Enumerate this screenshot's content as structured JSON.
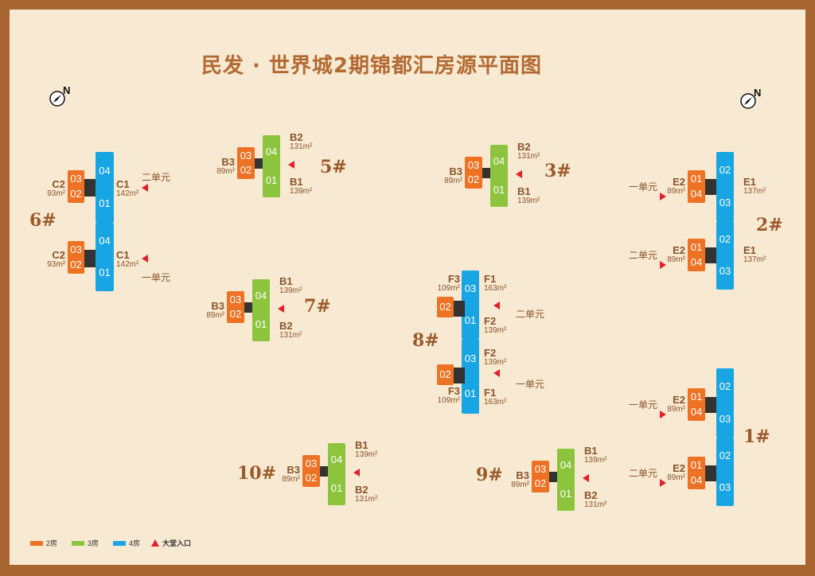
{
  "title": "民发 · 世界城2期锦都汇房源平面图",
  "compass_label": "N",
  "colors": {
    "room2": "#ee7224",
    "room3": "#8cc43e",
    "room4": "#18a5e3",
    "entrance": "#e2202a",
    "frame": "#a8652f",
    "background": "#f8e9d2"
  },
  "legend": [
    {
      "label": "2房",
      "color": "#ee7224"
    },
    {
      "label": "3房",
      "color": "#8cc43e"
    },
    {
      "label": "4房",
      "color": "#18a5e3"
    },
    {
      "label": "大堂入口",
      "icon": "red-triangle"
    }
  ],
  "buildings": [
    {
      "name": "6#",
      "cores": [
        {
          "small": [
            "03",
            "02"
          ],
          "big": [
            "04",
            "01"
          ],
          "small_label": [
            "C2",
            "93m²"
          ],
          "big_label": [
            "C1",
            "142m²"
          ],
          "entrance": "二单元"
        },
        {
          "small": [
            "03",
            "02"
          ],
          "big": [
            "04",
            "01"
          ],
          "small_label": [
            "C2",
            "93m²"
          ],
          "big_label": [
            "C1",
            "142m²"
          ],
          "entrance": "一单元"
        }
      ]
    },
    {
      "name": "5#",
      "cores": [
        {
          "small": [
            "03",
            "02"
          ],
          "big": [
            "04",
            "01"
          ],
          "small_label": [
            "B3",
            "89m²"
          ],
          "big_top": [
            "B2",
            "131m²"
          ],
          "big_bottom": [
            "B1",
            "139m²"
          ]
        }
      ]
    },
    {
      "name": "3#",
      "cores": [
        {
          "small": [
            "03",
            "02"
          ],
          "big": [
            "04",
            "01"
          ],
          "small_label": [
            "B3",
            "89m²"
          ],
          "big_top": [
            "B2",
            "131m²"
          ],
          "big_bottom": [
            "B1",
            "139m²"
          ]
        }
      ]
    },
    {
      "name": "7#",
      "cores": [
        {
          "small": [
            "03",
            "02"
          ],
          "big": [
            "04",
            "01"
          ],
          "small_label": [
            "B3",
            "89m²"
          ],
          "big_top": [
            "B1",
            "139m²"
          ],
          "big_bottom": [
            "B2",
            "131m²"
          ]
        }
      ]
    },
    {
      "name": "10#",
      "cores": [
        {
          "small": [
            "03",
            "02"
          ],
          "big": [
            "04",
            "01"
          ],
          "small_label": [
            "B3",
            "89m²"
          ],
          "big_top": [
            "B1",
            "139m²"
          ],
          "big_bottom": [
            "B2",
            "131m²"
          ]
        }
      ]
    },
    {
      "name": "9#",
      "cores": [
        {
          "small": [
            "03",
            "02"
          ],
          "big": [
            "04",
            "01"
          ],
          "small_label": [
            "B3",
            "89m²"
          ],
          "big_top": [
            "B1",
            "139m²"
          ],
          "big_bottom": [
            "B2",
            "131m²"
          ]
        }
      ]
    },
    {
      "name": "2#",
      "cores": [
        {
          "small": [
            "01",
            "04"
          ],
          "big": [
            "02",
            "03"
          ],
          "small_label": [
            "E2",
            "89m²"
          ],
          "big_label": [
            "E1",
            "137m²"
          ],
          "entrance": "一单元"
        },
        {
          "small": [
            "01",
            "04"
          ],
          "big": [
            "02",
            "03"
          ],
          "small_label": [
            "E2",
            "89m²"
          ],
          "big_label": [
            "E1",
            "137m²"
          ],
          "entrance": "二单元"
        }
      ]
    },
    {
      "name": "1#",
      "cores": [
        {
          "small": [
            "01",
            "04"
          ],
          "big": [
            "02",
            "03"
          ],
          "small_label": [
            "E2",
            "89m²"
          ],
          "entrance": "一单元"
        },
        {
          "small": [
            "01",
            "04"
          ],
          "big": [
            "02",
            "03"
          ],
          "small_label": [
            "E2",
            "89m²"
          ],
          "entrance": "二单元"
        }
      ]
    },
    {
      "name": "8#",
      "cores": [
        {
          "small": [
            "02"
          ],
          "big": [
            "03",
            "01"
          ],
          "small_label": [
            "F3",
            "109m²"
          ],
          "big_top": [
            "F1",
            "163m²"
          ],
          "big_bottom": [
            "F2",
            "139m²"
          ],
          "entrance": "二单元"
        },
        {
          "small": [
            "02"
          ],
          "big": [
            "03",
            "01"
          ],
          "small_label": [
            "F3",
            "109m²"
          ],
          "big_top": [
            "F2",
            "139m²"
          ],
          "big_bottom": [
            "F1",
            "163m²"
          ],
          "entrance": "一单元"
        }
      ]
    }
  ]
}
